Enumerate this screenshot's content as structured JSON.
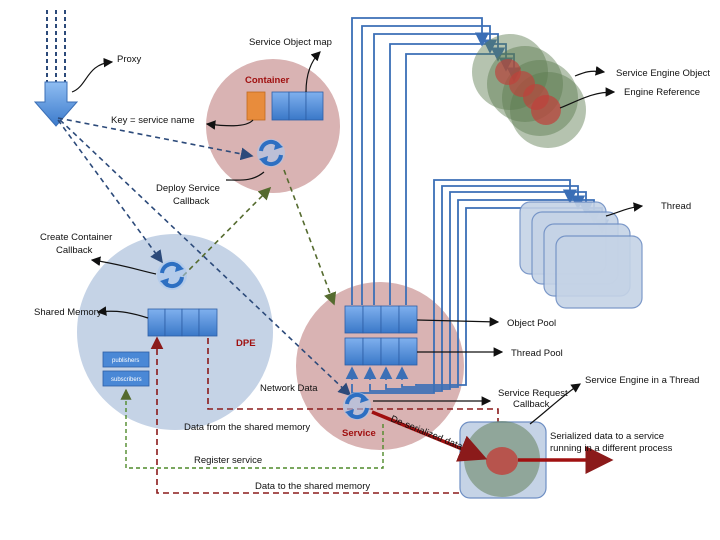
{
  "labels": {
    "proxy": "Proxy",
    "service_object_map": "Service Object map",
    "container": "Container",
    "key_service_name": "Key = service name",
    "deploy_service_callback_1": "Deploy Service",
    "deploy_service_callback_2": "Callback",
    "create_container_callback_1": "Create Container",
    "create_container_callback_2": "Callback",
    "shared_memory": "Shared Memory",
    "dpe": "DPE",
    "publishers": "publishers",
    "subscribers": "subscribers",
    "data_from_shared_memory": "Data from the shared memory",
    "register_service": "Register service",
    "data_to_shared_memory": "Data to the shared memory",
    "network_data": "Network Data",
    "service": "Service",
    "service_request_callback_1": "Service Request",
    "service_request_callback_2": "Callback",
    "deserialized_data": "De-serialized data",
    "object_pool": "Object Pool",
    "thread_pool": "Thread Pool",
    "thread": "Thread",
    "service_engine_object": "Service Engine Object",
    "engine_reference": "Engine Reference",
    "service_engine_in_thread": "Service Engine in a Thread",
    "serialized_data_1": "Serialized data to a service",
    "serialized_data_2": "running in a different process"
  },
  "colors": {
    "container_circle": "#d9b3b3",
    "dpe_circle": "#c5d3e6",
    "service_circle": "#d9b3b3",
    "queue_blue": "#4a88d6",
    "orange_block": "#e88c3c",
    "blue_line": "#3b6fb6",
    "dark_blue_dashed": "#2c4a7a",
    "green_dashed": "#556b2f",
    "red_dashed": "#8b1a1a",
    "engine_green": "#5c7a4e",
    "engine_red": "#c0403a"
  }
}
